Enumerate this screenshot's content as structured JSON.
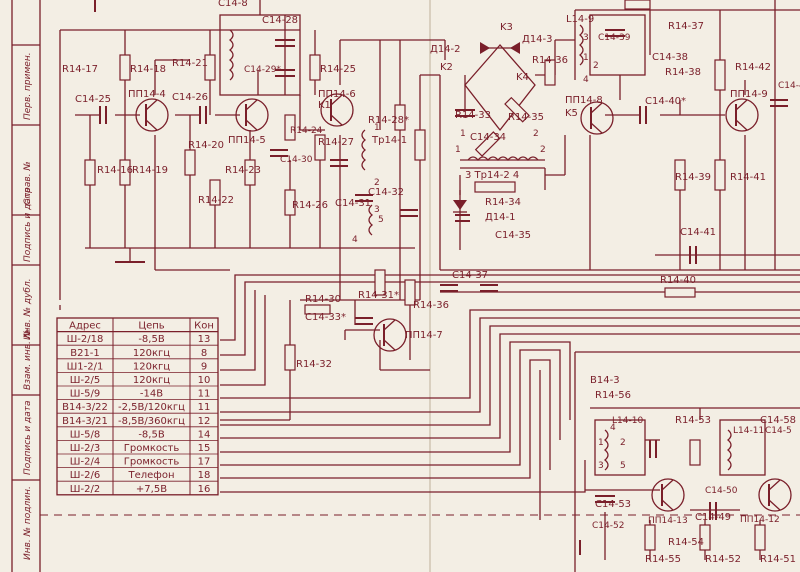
{
  "components": {
    "R14_17": "R14-17",
    "R14_18": "R14-18",
    "R14_21": "R14-21",
    "R14_25": "R14-25",
    "C14_28": "C14-28",
    "C14_29": "C14-29*",
    "K1": "K1",
    "PP14_6": "ПП14-6",
    "PP14_4": "ПП14-4",
    "C14_25": "C14-25",
    "C14_26": "C14-26",
    "PP14_5": "ПП14-5",
    "R14_16": "R14-16",
    "R14_19": "R14-19",
    "R14_20": "R14-20",
    "R14_22": "R14-22",
    "R14_23": "R14-23",
    "R14_24": "R14-24",
    "R14_26": "R14-26",
    "R14_27": "R14-27",
    "C14_30": "C14-30",
    "C14_31": "C14-31",
    "C14_32": "C14-32",
    "TR14_1": "Тр14-1",
    "R14_28": "R14-28*",
    "D14_2": "Д14-2",
    "K2": "K2",
    "K3": "K3",
    "K4": "K4",
    "D14_3": "Д14-3",
    "R14_36": "R14-36",
    "R14_33": "R14-33",
    "R14_35": "R14-35",
    "C14_34": "C14-34",
    "TR14_2": "3 Тр14-2 4",
    "R14_34": "R14-34",
    "D14_1": "Д14-1",
    "C14_35": "C14-35",
    "C14_37": "C14-37",
    "R14_30": "R14-30",
    "R14_31": "R14-31*",
    "C14_33": "C14-33*",
    "R14_36b": "R14-36",
    "PP14_7": "ПП14-7",
    "R14_32": "R14-32",
    "L14_9": "L14-9",
    "C14_39": "C14-39",
    "C14_38": "C14-38",
    "R14_37": "R14-37",
    "R14_38": "R14-38",
    "R14_42": "R14-42",
    "C14_40": "C14-40*",
    "PP14_8": "ПП14-8",
    "K5": "K5",
    "PP14_9": "ПП14-9",
    "R14_39": "R14-39",
    "R14_41": "R14-41",
    "C14_41": "C14-41",
    "R14_40": "R14-40",
    "C14_4x": "C14-4",
    "B14_3": "В14-3",
    "R14_56": "R14-56",
    "L14_10": "L14-10",
    "R14_53": "R14-53",
    "C14_58": "C14-58",
    "L14_11": "L14-11",
    "C14_5x": "C14-5",
    "C14_53": "C14-53",
    "C14_52": "C14-52",
    "PP14_13": "ПП14-13",
    "C14_50": "C14-50",
    "C14_49": "C14-49",
    "PP14_12": "ПП14-12",
    "R14_55": "R14-55",
    "R14_54": "R14-54",
    "R14_52": "R14-52",
    "R14_51": "R14-51",
    "C14_8": "C14-8"
  },
  "pins": {
    "p1": "1",
    "p2": "2",
    "p3": "3",
    "p4": "4",
    "p5": "5",
    "t1": "1",
    "t2": "2",
    "t2b": "2",
    "t1b": "1",
    "l1": "1",
    "l2": "2",
    "l3": "3",
    "l4": "4",
    "b1": "1",
    "b2": "2",
    "b3": "3",
    "b4": "4",
    "b5": "5"
  },
  "table": {
    "headers": [
      "Адрес",
      "Цепь",
      "Кон"
    ],
    "rows": [
      [
        "Ш-2/18",
        "-8,5В",
        "13"
      ],
      [
        "В21-1",
        "120кгц",
        "8"
      ],
      [
        "Ш1-2/1",
        "120кгц",
        "9"
      ],
      [
        "Ш-2/5",
        "120кгц",
        "10"
      ],
      [
        "Ш-5/9",
        "-14В",
        "11"
      ],
      [
        "В14-3/22",
        "-2,5В/120кгц",
        "11"
      ],
      [
        "В14-3/21",
        "-8,5В/360кгц",
        "12"
      ],
      [
        "Ш-5/8",
        "-8,5В",
        "14"
      ],
      [
        "Ш-2/3",
        "Громкость",
        "15"
      ],
      [
        "Ш-2/4",
        "Громкость",
        "17"
      ],
      [
        "Ш-2/6",
        "Телефон",
        "18"
      ],
      [
        "Ш-2/2",
        "+7,5В",
        "16"
      ]
    ]
  },
  "margin": {
    "m1": "Инв. № подлин.",
    "m2": "Подпись и дата",
    "m3": "Взам. инв. №",
    "m4": "Инв. № дубл.",
    "m5": "Подпись и дата",
    "m6": "Справ. №",
    "m7": "Перв. примен."
  }
}
